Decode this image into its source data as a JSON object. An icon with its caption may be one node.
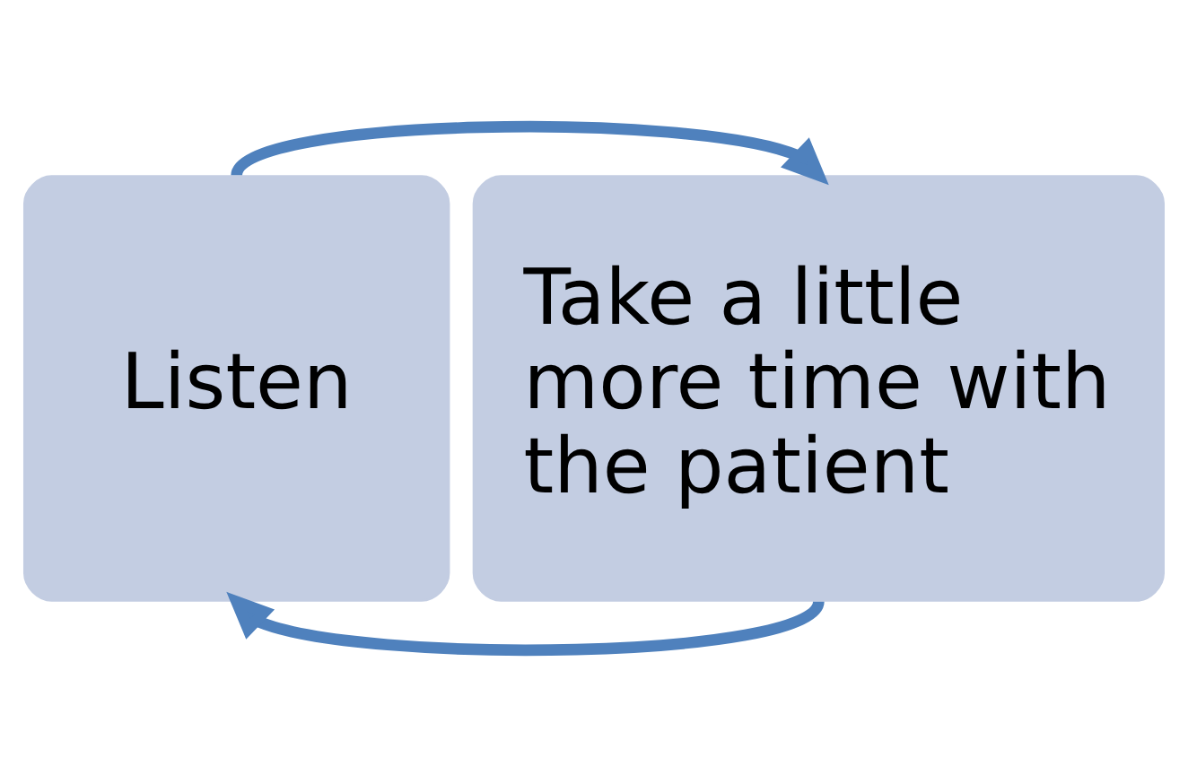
{
  "diagram": {
    "nodes": [
      {
        "text": [
          "Listen"
        ]
      },
      {
        "text": [
          "Take a little more time with the patient"
        ]
      }
    ],
    "edges": [
      {
        "from": 0,
        "to": 1,
        "arrow": "to"
      },
      {
        "from": 1,
        "to": 0,
        "arrow": "to"
      }
    ]
  }
}
